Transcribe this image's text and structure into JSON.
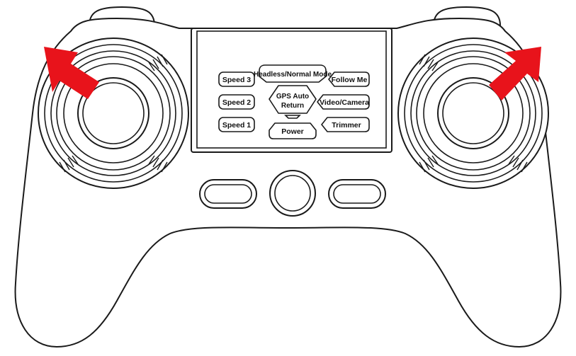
{
  "screen": {
    "buttons": {
      "speed3": "Speed 3",
      "speed2": "Speed 2",
      "speed1": "Speed 1",
      "headless": "Headless/Normal Mode",
      "gps_line1": "GPS Auto",
      "gps_line2": "Return",
      "power": "Power",
      "follow_me": "Follow Me",
      "video_camera": "Video/Camera",
      "trimmer": "Trimmer"
    }
  },
  "colors": {
    "arrow": "#e8131b",
    "outline": "#1a1a1a"
  },
  "icons": {
    "left_arrow": "arrow-up-left-icon",
    "right_arrow": "arrow-up-right-icon"
  }
}
